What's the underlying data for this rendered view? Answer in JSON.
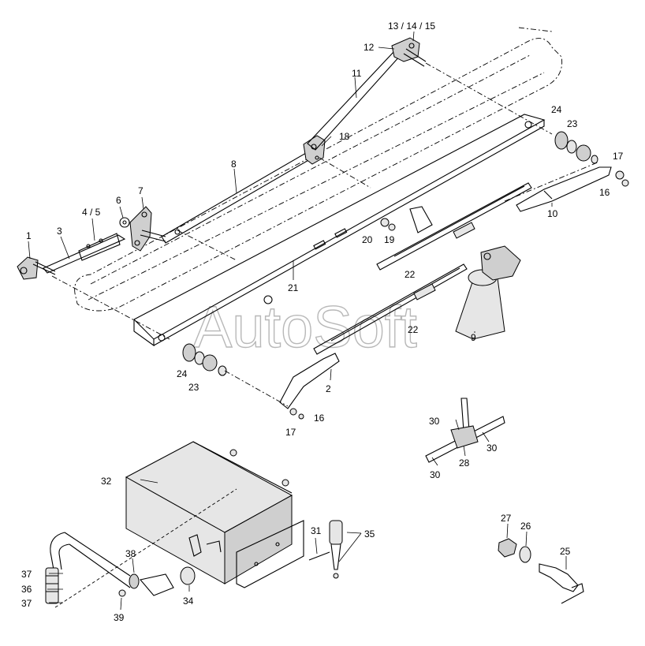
{
  "watermark": "AutoSoft",
  "callouts": {
    "c1": "1",
    "c2": "2",
    "c3": "3",
    "c4_5": "4 / 5",
    "c6": "6",
    "c7": "7",
    "c8": "8",
    "c9": "9",
    "c10": "10",
    "c11": "11",
    "c12": "12",
    "c13_14_15": "13 / 14 / 15",
    "c16a": "16",
    "c16b": "16",
    "c17a": "17",
    "c17b": "17",
    "c18": "18",
    "c19": "19",
    "c20": "20",
    "c21": "21",
    "c22a": "22",
    "c22b": "22",
    "c23a": "23",
    "c23b": "23",
    "c24a": "24",
    "c24b": "24",
    "c25": "25",
    "c26": "26",
    "c27": "27",
    "c28": "28",
    "c30a": "30",
    "c30b": "30",
    "c30c": "30",
    "c31": "31",
    "c32": "32",
    "c34": "34",
    "c35": "35",
    "c36": "36",
    "c37a": "37",
    "c37b": "37",
    "c38": "38",
    "c39": "39"
  }
}
